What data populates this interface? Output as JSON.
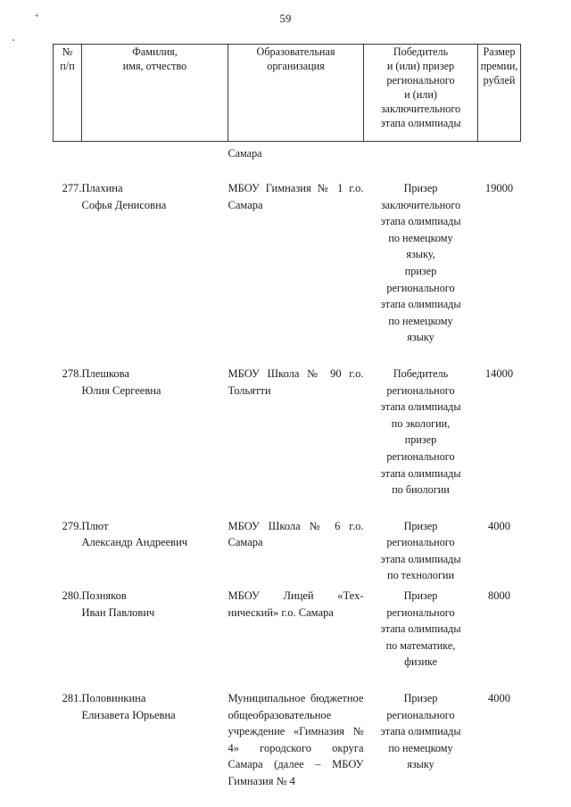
{
  "page": {
    "number": "59"
  },
  "table": {
    "headers": {
      "num": [
        "№",
        "п/п"
      ],
      "name": [
        "Фамилия,",
        "имя, отчество"
      ],
      "organization": [
        "Образовательная",
        "организация"
      ],
      "award": [
        "Победитель",
        "и (или) призер",
        "регионального",
        "и (или)",
        "заключительного",
        "этапа олимпиады"
      ],
      "amount": [
        "Размер",
        "премии,",
        "рублей"
      ]
    },
    "continuation": {
      "organization": "Самара"
    },
    "rows": [
      {
        "num": "277.",
        "name": [
          "Плахина",
          "Софья Денисовна"
        ],
        "organization": "МБОУ Гимназия № 1 г.о. Самара",
        "award": [
          "Призер",
          "заключительного",
          "этапа олимпиады",
          "по немецкому",
          "языку,",
          "призер",
          "регионального",
          "этапа олимпиады",
          "по немецкому",
          "языку"
        ],
        "amount": "19000"
      },
      {
        "num": "278.",
        "name": [
          "Плешкова",
          "Юлия Сергеевна"
        ],
        "organization": "МБОУ Школа № 90 г.о. Тольятти",
        "award": [
          "Победитель",
          "регионального",
          "этапа олимпиады",
          "по экологии,",
          "призер",
          "регионального",
          "этапа олимпиады",
          "по биологии"
        ],
        "amount": "14000"
      },
      {
        "num": "279.",
        "name": [
          "Плют",
          "Александр Андреевич"
        ],
        "organization": "МБОУ Школа № 6 г.о. Самара",
        "award": [
          "Призер",
          "регионального",
          "этапа олимпиады",
          "по технологии"
        ],
        "amount": "4000"
      },
      {
        "num": "280.",
        "name": [
          "Позняков",
          "Иван Павлович"
        ],
        "organization": "МБОУ Лицей «Тех­нический» г.о. Сама­ра",
        "award": [
          "Призер",
          "регионального",
          "этапа олимпиады",
          "по математике,",
          "физике"
        ],
        "amount": "8000"
      },
      {
        "num": "281.",
        "name": [
          "Половинкина",
          "Елизавета Юрьевна"
        ],
        "organization": "Муниципальное бюджетное общеобра­зовательное учрежде­ние «Гимназия № 4» городского округа Самара (далее – МБОУ Гимназия № 4",
        "award": [
          "Призер",
          "регионального",
          "этапа олимпиады",
          "по немецкому",
          "языку"
        ],
        "amount": "4000"
      }
    ]
  }
}
